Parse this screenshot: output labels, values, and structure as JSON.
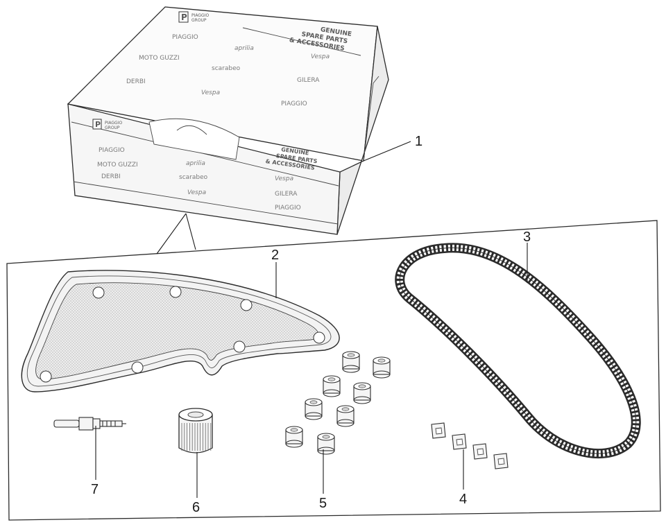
{
  "box": {
    "logo_letter": "P",
    "logo_line1": "PIAGGIO",
    "logo_line2": "GROUP",
    "genuine_line1": "GENUINE",
    "genuine_line2": "SPARE PARTS",
    "genuine_line3": "& ACCESSORIES",
    "brands_top": [
      "PIAGGIO",
      "aprilia",
      "Vespa",
      "MOTO GUZZI",
      "scarabeo",
      "GILERA",
      "DERBI",
      "Vespa",
      "PIAGGIO"
    ],
    "brands_front": [
      "PIAGGIO",
      "MOTO GUZZI",
      "DERBI",
      "aprilia",
      "scarabeo",
      "Vespa",
      "Vespa",
      "GILERA",
      "PIAGGIO"
    ]
  },
  "callouts": [
    {
      "id": "box",
      "number": "1"
    },
    {
      "id": "air-filter",
      "number": "2"
    },
    {
      "id": "drive-belt",
      "number": "3"
    },
    {
      "id": "sliders",
      "number": "4"
    },
    {
      "id": "rollers",
      "number": "5"
    },
    {
      "id": "oil-filter",
      "number": "6"
    },
    {
      "id": "spark-plug",
      "number": "7"
    }
  ],
  "colors": {
    "line": "#2b2b2b",
    "mesh": "#d9d9d9",
    "box_face": "#fafafa"
  }
}
